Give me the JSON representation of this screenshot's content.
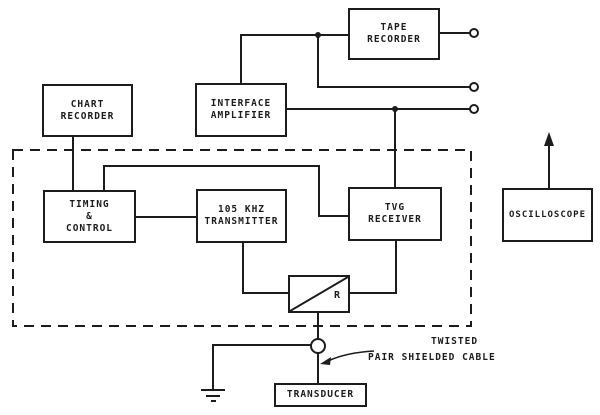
{
  "diagram": {
    "boxes": {
      "tape_recorder": {
        "line1": "TAPE",
        "line2": "RECORDER"
      },
      "interface_amplifier": {
        "line1": "INTERFACE",
        "line2": "AMPLIFIER"
      },
      "chart_recorder": {
        "line1": "CHART",
        "line2": "RECORDER"
      },
      "timing_control": {
        "line1": "TIMING",
        "line2": "&",
        "line3": "CONTROL"
      },
      "transmitter": {
        "line1": "105 KHZ",
        "line2": "TRANSMITTER"
      },
      "tvg_receiver": {
        "line1": "TVG",
        "line2": "RECEIVER"
      },
      "oscilloscope": {
        "line1": "OSCILLOSCOPE"
      },
      "r_network": {
        "label": "R"
      },
      "transducer": {
        "line1": "TRANSDUCER"
      }
    },
    "annotations": {
      "cable_label_line1": "TWISTED",
      "cable_label_line2": "PAIR SHIELDED CABLE"
    },
    "colors": {
      "line": "#1c1c1c",
      "background": "#ffffff"
    }
  }
}
